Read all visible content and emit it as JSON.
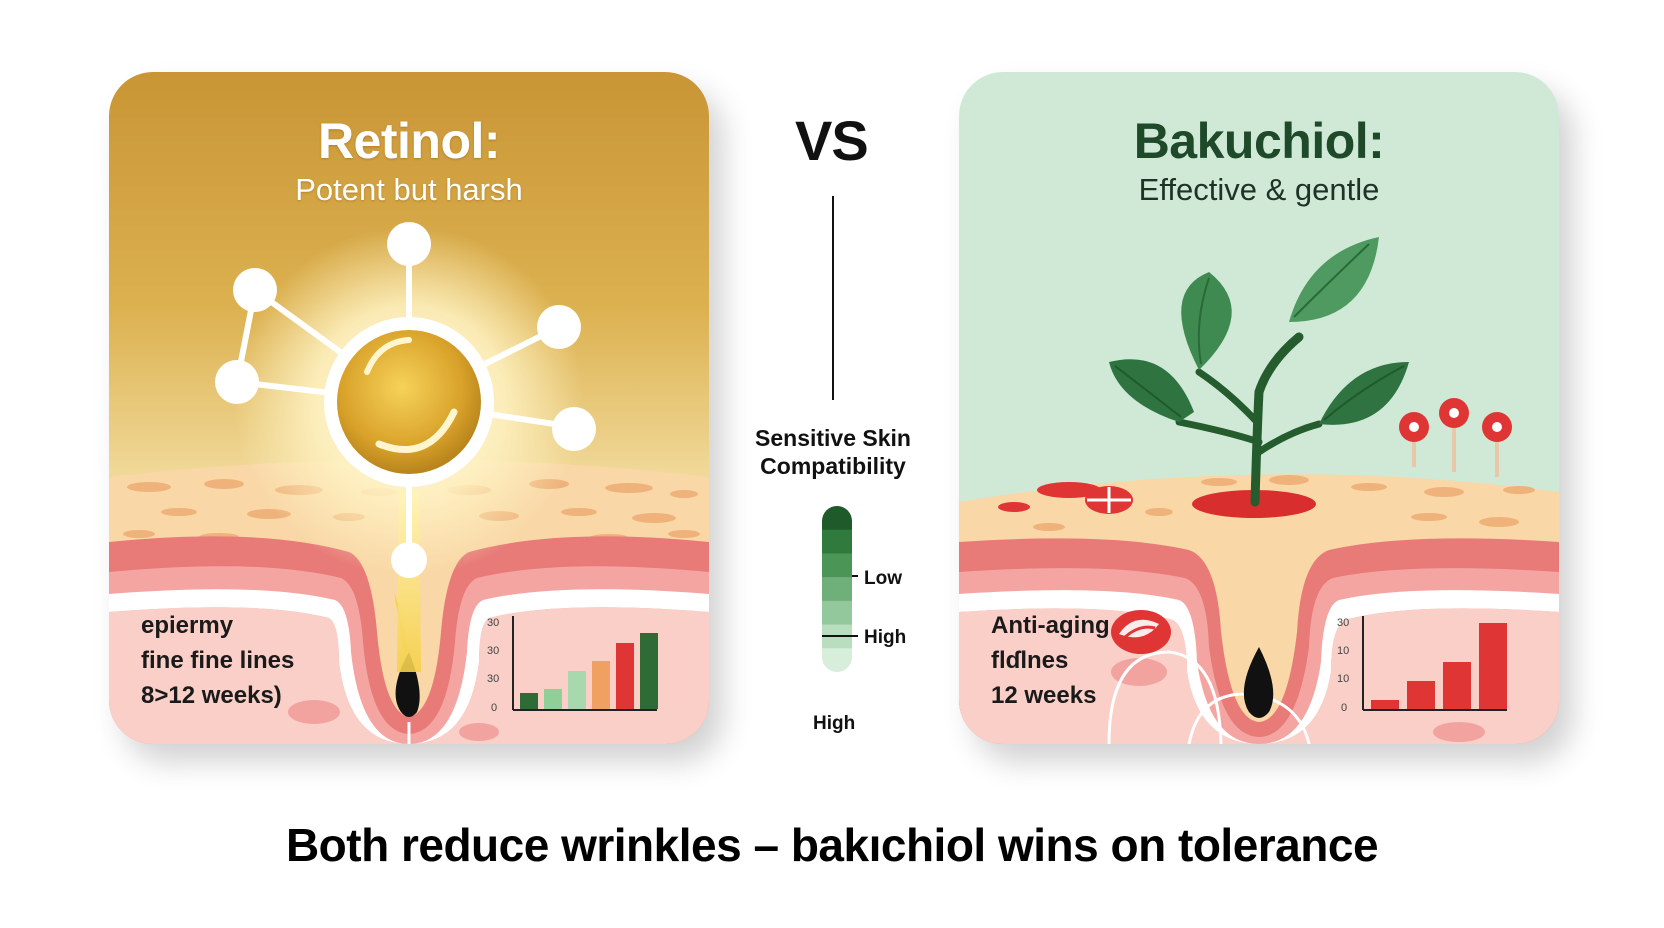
{
  "retinol": {
    "title": "Retinol:",
    "subtitle": "Potent but harsh",
    "labels": [
      "epiermy",
      "fine fine lines",
      "8>12 weeks)"
    ],
    "chart": {
      "ticks": [
        "30",
        "30",
        "30",
        "0"
      ],
      "colors": [
        "#2e6b35",
        "#8fcf98",
        "#a8d9ae",
        "#f0a060",
        "#e03535",
        "#2e6b35"
      ]
    }
  },
  "vs_label": "VS",
  "compatibility": {
    "title_line1": "Sensitive Skin",
    "title_line2": "Compatibility",
    "low_label": "Low",
    "mid_label": "High",
    "bottom_label": "High",
    "colors": [
      "#1f5a2b",
      "#2f7a3c",
      "#4b9657",
      "#6fb07a",
      "#93c79c",
      "#b9ddbf",
      "#d7eedb"
    ]
  },
  "bakuchiol": {
    "title": "Bakuchiol:",
    "subtitle": "Effective & gentle",
    "labels": [
      "Anti-aging",
      "flɗlnes",
      "12 weeks"
    ],
    "chart": {
      "ticks": [
        "30",
        "10",
        "10",
        "0"
      ],
      "colors": [
        "#e03535",
        "#e03535",
        "#e03535",
        "#e03535"
      ]
    }
  },
  "footer": "Both reduce wrinkles – bakıchiol wins on tolerance"
}
